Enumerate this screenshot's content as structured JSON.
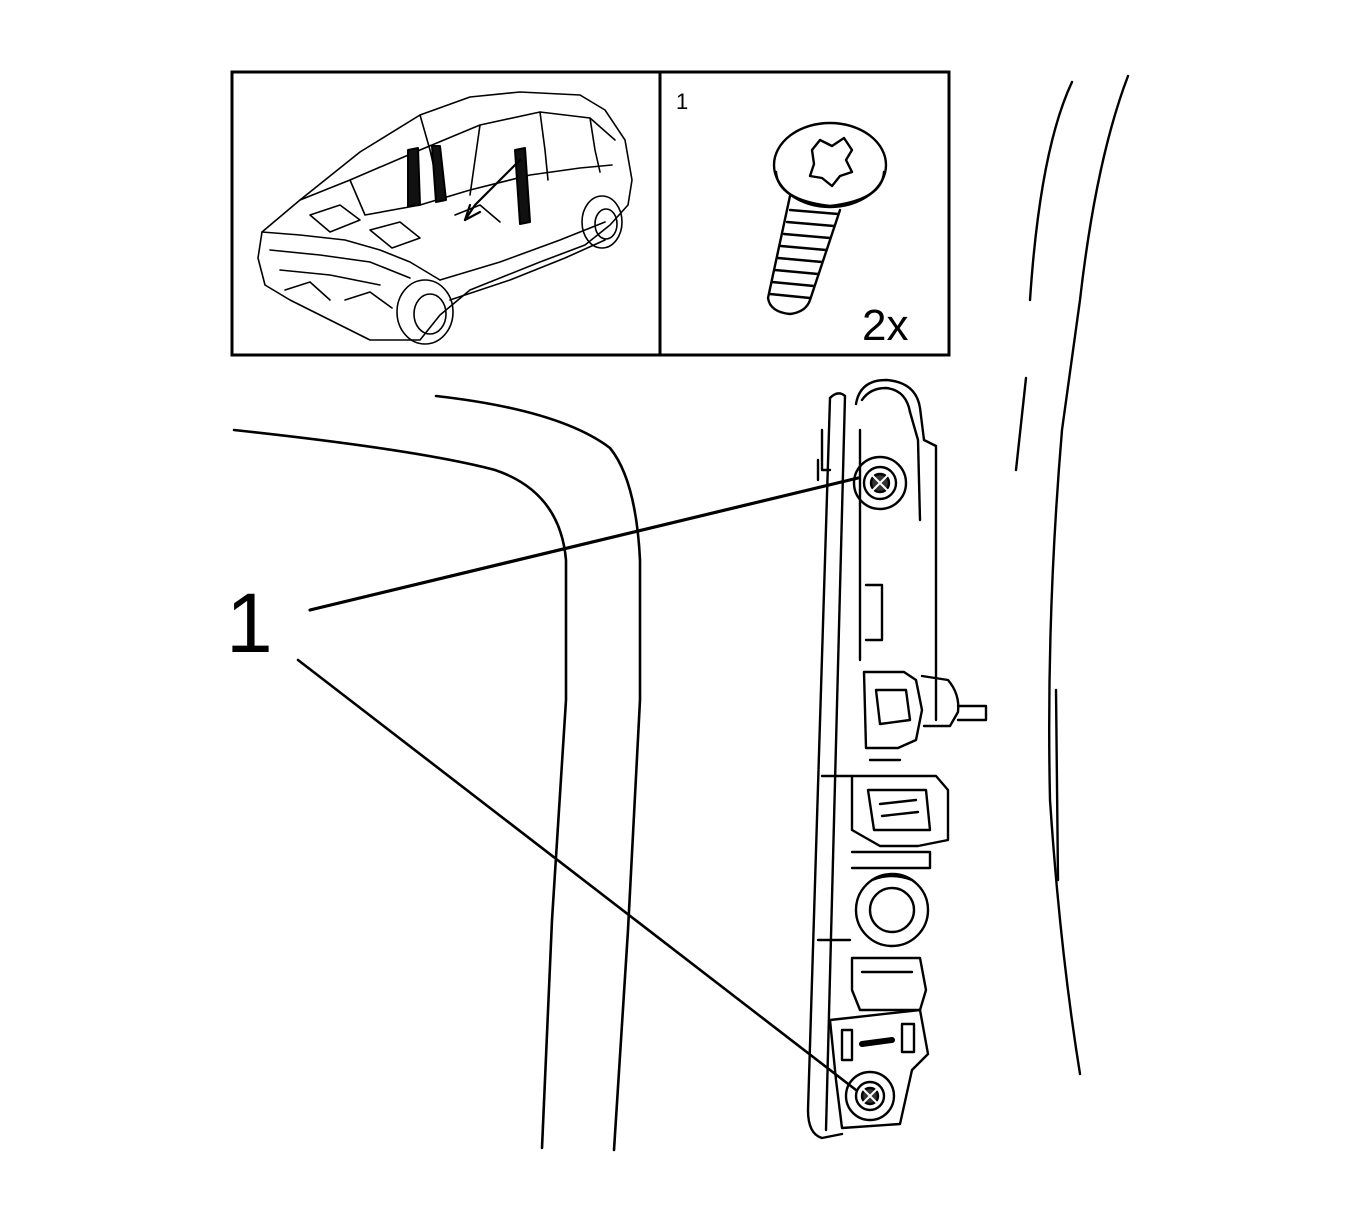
{
  "diagram": {
    "inset_screw": {
      "callout": "1",
      "quantity": "2x"
    },
    "main_callout": "1",
    "icons": {
      "vehicle": "vehicle-wireframe-icon",
      "screw": "torx-screw-icon"
    }
  }
}
